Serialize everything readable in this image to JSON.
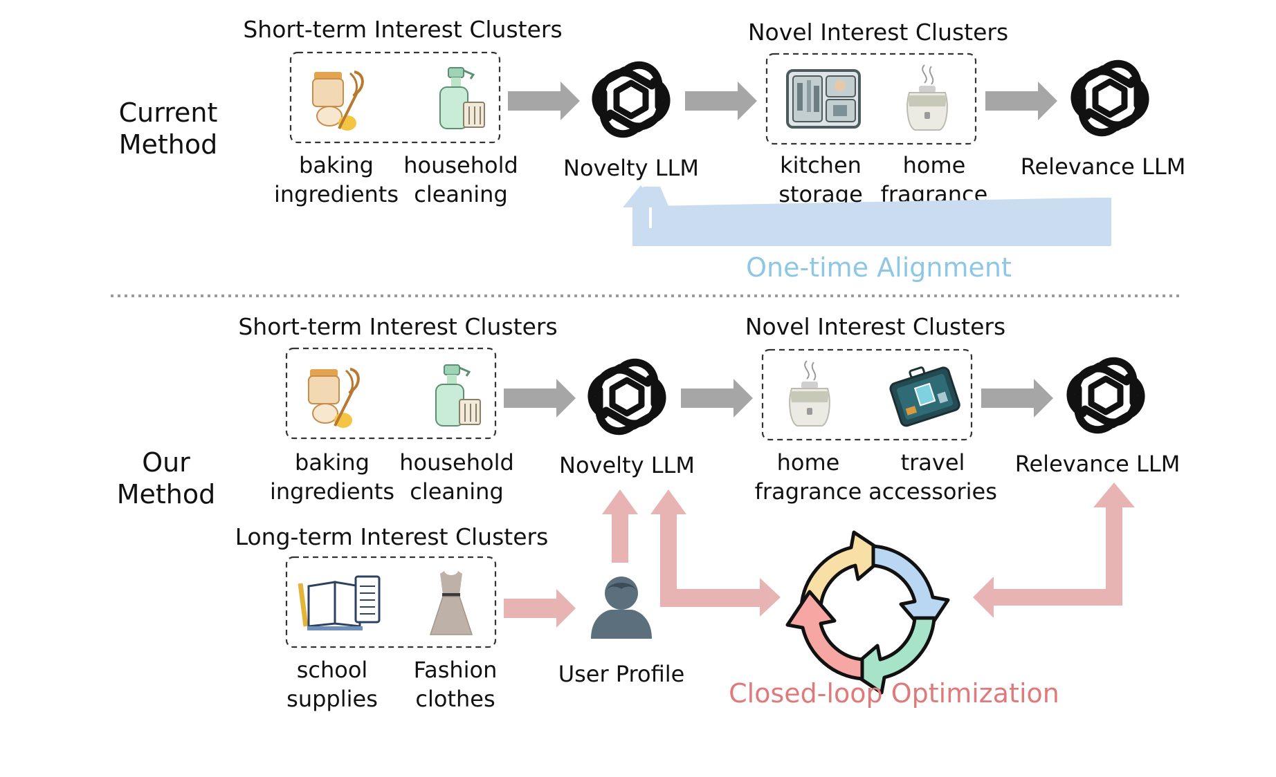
{
  "top": {
    "side_label": [
      "Current",
      "Method"
    ],
    "short_term_title": "Short-term Interest Clusters",
    "short_term_items": [
      {
        "label": [
          "baking",
          "ingredients"
        ],
        "icon": "baking-icon"
      },
      {
        "label": [
          "household",
          "cleaning"
        ],
        "icon": "spray-bottle-icon"
      }
    ],
    "novelty_llm": "Novelty LLM",
    "novel_title": "Novel Interest Clusters",
    "novel_items": [
      {
        "label": [
          "kitchen",
          "storage"
        ],
        "icon": "kitchen-storage-icon"
      },
      {
        "label": [
          "home",
          "fragrance"
        ],
        "icon": "diffuser-icon"
      }
    ],
    "relevance_llm": "Relevance LLM",
    "alignment_label": "One-time Alignment"
  },
  "bottom": {
    "side_label": [
      "Our",
      "Method"
    ],
    "short_term_title": "Short-term Interest Clusters",
    "short_term_items": [
      {
        "label": [
          "baking",
          "ingredients"
        ],
        "icon": "baking-icon"
      },
      {
        "label": [
          "household",
          "cleaning"
        ],
        "icon": "spray-bottle-icon"
      }
    ],
    "novelty_llm": "Novelty LLM",
    "novel_title": "Novel Interest Clusters",
    "novel_items": [
      {
        "label": [
          "home",
          "fragrance"
        ],
        "icon": "diffuser-icon"
      },
      {
        "label": [
          "travel",
          "accessories"
        ],
        "icon": "suitcase-icon"
      }
    ],
    "relevance_llm": "Relevance LLM",
    "long_term_title": "Long-term Interest Clusters",
    "long_term_items": [
      {
        "label": [
          "school",
          "supplies"
        ],
        "icon": "notebook-icon"
      },
      {
        "label": [
          "Fashion",
          "clothes"
        ],
        "icon": "dress-icon"
      }
    ],
    "user_profile": "User Profile",
    "closed_loop_label": "Closed-loop Optimization"
  },
  "colors": {
    "gray_arrow": "#a6a6a6",
    "pink_arrow": "#e8b3b3",
    "blue_arrow": "#c9dcf0",
    "alignment_text": "#8ec7e6",
    "closed_loop_text": "#e07a7a"
  }
}
